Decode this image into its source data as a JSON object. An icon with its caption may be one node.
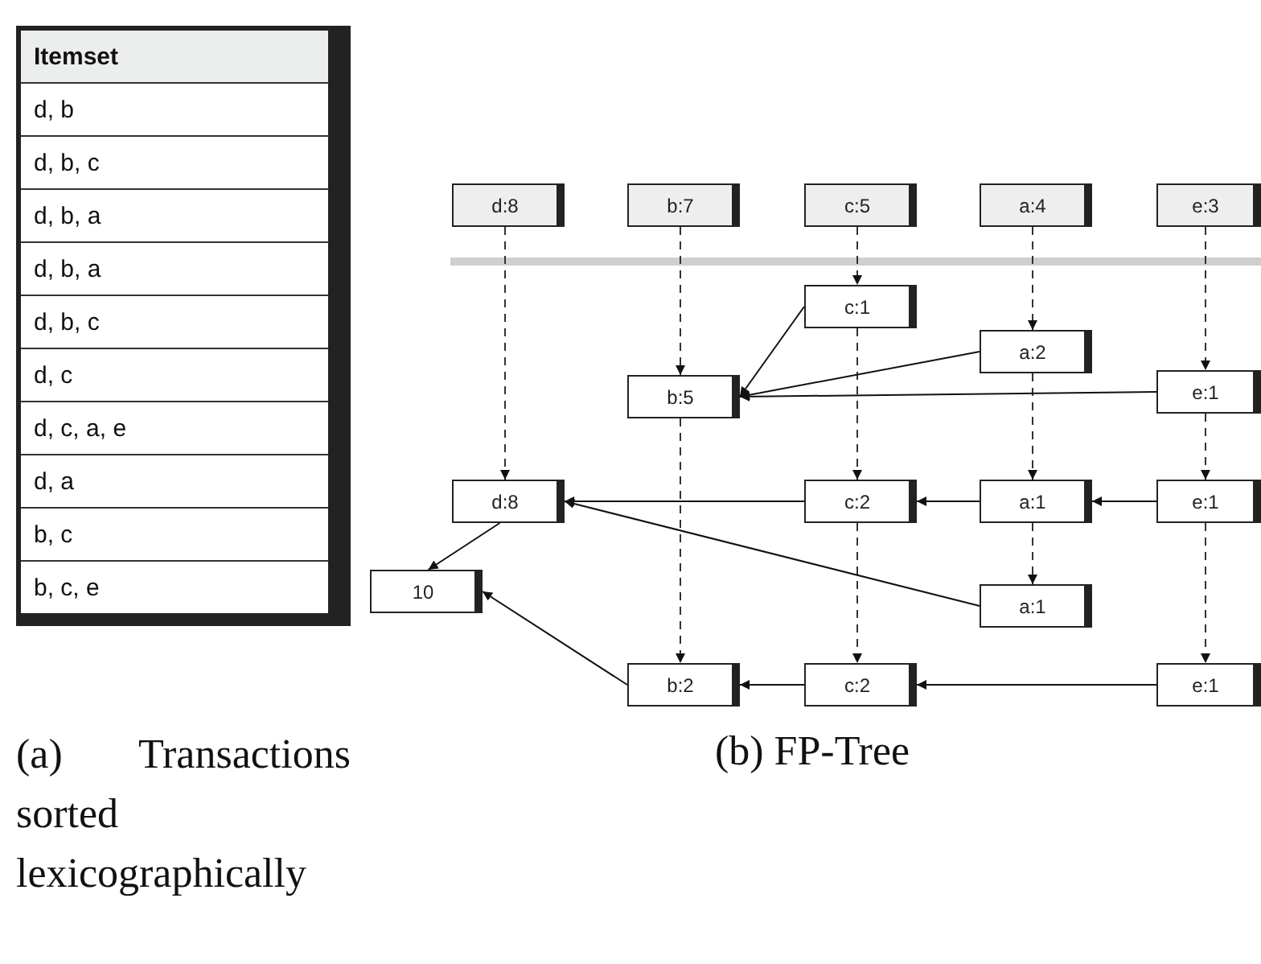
{
  "diagram": {
    "nodes": [
      {
        "text": [
          "d:8"
        ]
      },
      {
        "text": [
          "b:7"
        ]
      },
      {
        "text": [
          "c:5"
        ]
      },
      {
        "text": [
          "a:4"
        ]
      },
      {
        "text": [
          "e:3"
        ]
      },
      {
        "text": [
          "c:1"
        ]
      },
      {
        "text": [
          "a:2"
        ]
      },
      {
        "text": [
          "b:5"
        ]
      },
      {
        "text": [
          "e:1"
        ]
      },
      {
        "text": [
          "d:8"
        ]
      },
      {
        "text": [
          "c:2"
        ]
      },
      {
        "text": [
          "a:1"
        ]
      },
      {
        "text": [
          "e:1"
        ]
      },
      {
        "text": [
          "10"
        ]
      },
      {
        "text": [
          "a:1"
        ]
      },
      {
        "text": [
          "b:2"
        ]
      },
      {
        "text": [
          "c:2"
        ]
      },
      {
        "text": [
          "e:1"
        ]
      }
    ],
    "edges": [
      {
        "from": 0,
        "to": 9,
        "arrow": "to",
        "style": "dashed"
      },
      {
        "from": 1,
        "to": 7,
        "arrow": "to",
        "style": "dashed"
      },
      {
        "from": 7,
        "to": 15,
        "arrow": "to",
        "style": "dashed"
      },
      {
        "from": 2,
        "to": 5,
        "arrow": "to",
        "style": "dashed"
      },
      {
        "from": 5,
        "to": 10,
        "arrow": "to",
        "style": "dashed"
      },
      {
        "from": 10,
        "to": 16,
        "arrow": "to",
        "style": "dashed"
      },
      {
        "from": 3,
        "to": 6,
        "arrow": "to",
        "style": "dashed"
      },
      {
        "from": 6,
        "to": 11,
        "arrow": "to",
        "style": "dashed"
      },
      {
        "from": 11,
        "to": 14,
        "arrow": "to",
        "style": "dashed"
      },
      {
        "from": 4,
        "to": 8,
        "arrow": "to",
        "style": "dashed"
      },
      {
        "from": 8,
        "to": 12,
        "arrow": "to",
        "style": "dashed"
      },
      {
        "from": 12,
        "to": 17,
        "arrow": "to",
        "style": "dashed"
      },
      {
        "from": 5,
        "to": 7,
        "arrow": "to"
      },
      {
        "from": 6,
        "to": 7,
        "arrow": "to"
      },
      {
        "from": 8,
        "to": 7,
        "arrow": "to"
      },
      {
        "from": 10,
        "to": 9,
        "arrow": "to"
      },
      {
        "from": 11,
        "to": 10,
        "arrow": "to"
      },
      {
        "from": 12,
        "to": 11,
        "arrow": "to"
      },
      {
        "from": 14,
        "to": 9,
        "arrow": "to"
      },
      {
        "from": 9,
        "to": 13,
        "arrow": "to"
      },
      {
        "from": 15,
        "to": 13,
        "arrow": "to"
      },
      {
        "from": 16,
        "to": 15,
        "arrow": "to"
      },
      {
        "from": 17,
        "to": 16,
        "arrow": "to"
      }
    ],
    "labels": [
      "Itemset",
      "d, b",
      "d, b, c",
      "d, b, a",
      "d, b, a",
      "d, b, c",
      "d, c",
      "d, c, a, e",
      "d, a",
      "b, c",
      "b, c, e",
      "(a) Transactions sorted lexicographically",
      "(b) FP-Tree"
    ]
  }
}
